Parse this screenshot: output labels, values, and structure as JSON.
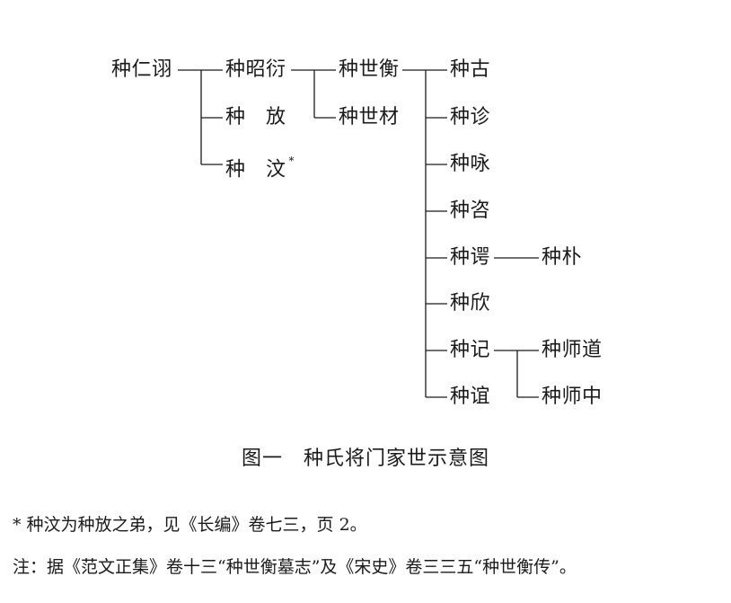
{
  "tree": {
    "root": "种仁诩",
    "gen1": [
      "种昭衍",
      "种　放",
      "种　汶"
    ],
    "gen1_star": "*",
    "gen2": [
      "种世衡",
      "种世材"
    ],
    "gen3": [
      "种古",
      "种诊",
      "种咏",
      "种咨",
      "种谔",
      "种欣",
      "种记",
      "种谊"
    ],
    "gen4_e": [
      "种朴"
    ],
    "gen4_g": [
      "种师道",
      "种师中"
    ]
  },
  "caption": "图一　种氏将门家世示意图",
  "notes": {
    "star_note": "* 种汶为种放之弟，见《长编》卷七三，页 2。",
    "source_note": "注：据《范文正集》卷十三“种世衡墓志”及《宋史》卷三三五“种世衡传”。"
  }
}
